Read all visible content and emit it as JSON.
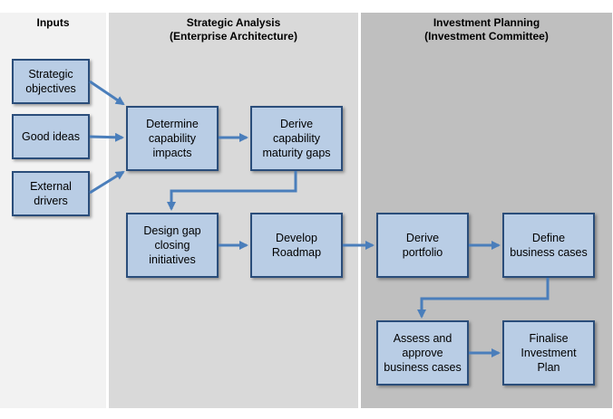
{
  "lanes": {
    "inputs": {
      "title": "Inputs",
      "subtitle": ""
    },
    "strategic": {
      "title": "Strategic Analysis",
      "subtitle": "(Enterprise Architecture)"
    },
    "investment": {
      "title": "Investment Planning",
      "subtitle": "(Investment Committee)"
    }
  },
  "boxes": {
    "strategic_objectives": "Strategic\nobjectives",
    "good_ideas": "Good ideas",
    "external_drivers": "External\ndrivers",
    "determine_capability_impacts": "Determine\ncapability\nimpacts",
    "derive_capability_maturity_gaps": "Derive\ncapability\nmaturity gaps",
    "design_gap_closing_initiatives": "Design gap\nclosing\ninitiatives",
    "develop_roadmap": "Develop\nRoadmap",
    "derive_portfolio": "Derive\nportfolio",
    "define_business_cases": "Define\nbusiness cases",
    "assess_and_approve_business_cases": "Assess and\napprove\nbusiness cases",
    "finalise_investment_plan": "Finalise\nInvestment\nPlan"
  },
  "colors": {
    "box_fill": "#b9cde5",
    "box_border": "#2a4d7a",
    "arrow": "#4a7ebb",
    "lane_inputs": "#f2f2f2",
    "lane_strategic": "#d9d9d9",
    "lane_investment": "#bfbfbf"
  }
}
